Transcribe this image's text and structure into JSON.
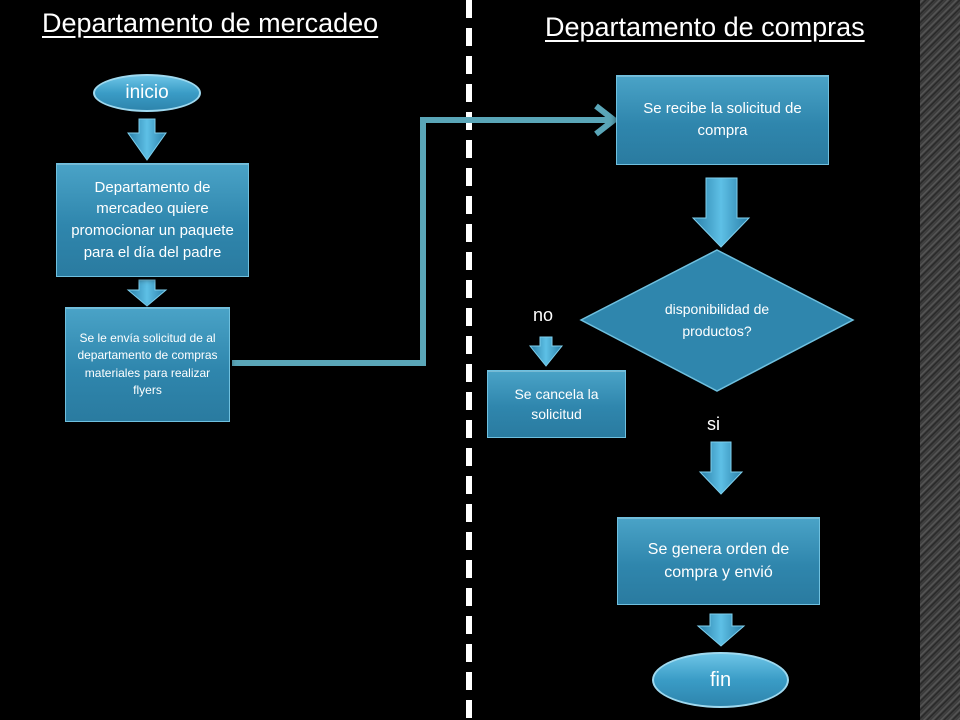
{
  "lanes": {
    "left_title": "Departamento de mercadeo",
    "right_title": "Departamento de compras"
  },
  "nodes": {
    "start": "inicio",
    "step1": "Departamento de mercadeo quiere promocionar un paquete para el día del padre",
    "step2": "Se le envía solicitud de al departamento de compras materiales para realizar flyers",
    "step3": "Se recibe la solicitud de compra",
    "decision": "disponibilidad de productos?",
    "cancel": "Se cancela la solicitud",
    "generate": "Se genera orden de compra y envió",
    "end": "fin"
  },
  "branches": {
    "no": "no",
    "yes": "si"
  },
  "colors": {
    "box": "#2f86ad",
    "connector": "#5aa6b8",
    "arrow": "#3a9cc6"
  }
}
